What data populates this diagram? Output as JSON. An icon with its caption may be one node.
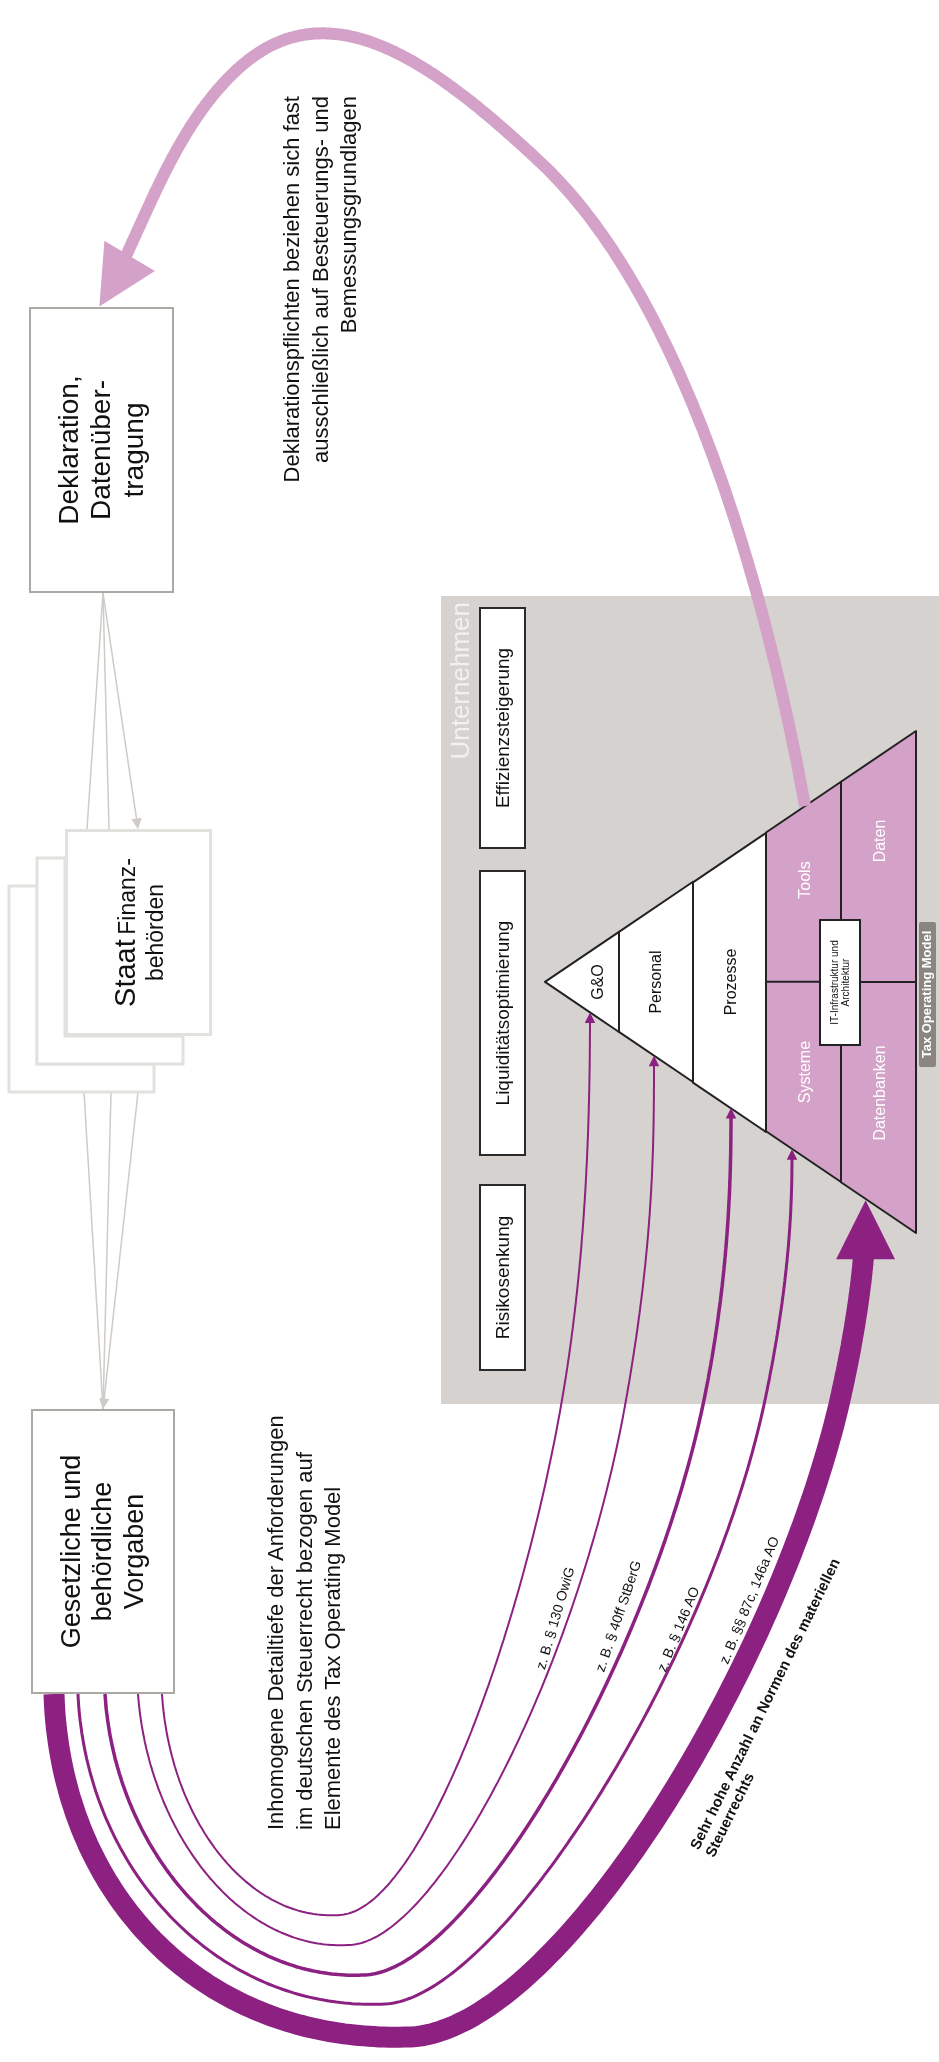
{
  "diagram": {
    "nodes": [
      {
        "text": [
          "Deklaration, Datenüber- tragung"
        ]
      },
      {
        "text": [
          "Staat",
          "Finanz- behörden"
        ]
      },
      {
        "text": [
          "Gesetzliche und behördliche Vorgaben"
        ]
      },
      {
        "text": [
          "Unternehmen"
        ]
      },
      {
        "text": [
          "Effizienzsteigerung"
        ],
        "in": 3
      },
      {
        "text": [
          "Liquiditätsoptimierung"
        ],
        "in": 3
      },
      {
        "text": [
          "Risikosenkung"
        ],
        "in": 3
      },
      {
        "text": [
          "G&O"
        ],
        "in": 3
      },
      {
        "text": [
          "Personal"
        ],
        "in": 3
      },
      {
        "text": [
          "Prozesse"
        ],
        "in": 3
      },
      {
        "text": [
          "Tools"
        ],
        "in": 3
      },
      {
        "text": [
          "Systeme"
        ],
        "in": 3
      },
      {
        "text": [
          "Daten"
        ],
        "in": 3
      },
      {
        "text": [
          "Datenbanken"
        ],
        "in": 3
      },
      {
        "text": [
          "IT-Infrastruktur und Architektur"
        ],
        "in": 3
      }
    ],
    "edges": [
      {
        "from": 10,
        "to": 0,
        "arrow": "to",
        "style": "thick",
        "color": "#d4a2c8"
      },
      {
        "from": 0,
        "to": 1,
        "arrow": "to"
      },
      {
        "from": 0,
        "to": 1,
        "arrow": "none"
      },
      {
        "from": 0,
        "to": 1,
        "arrow": "none"
      },
      {
        "from": 1,
        "to": 2,
        "arrow": "to"
      },
      {
        "from": 1,
        "to": 2,
        "arrow": "none"
      },
      {
        "from": 1,
        "to": 2,
        "arrow": "none"
      },
      {
        "from": 2,
        "to": 7,
        "arrow": "to",
        "label": "z. B. § 130 OwiG",
        "color": "#8c2181"
      },
      {
        "from": 2,
        "to": 8,
        "arrow": "to",
        "label": "z. B. § 40ff StBerG",
        "color": "#8c2181"
      },
      {
        "from": 2,
        "to": 9,
        "arrow": "to",
        "label": "z. B. § 146 AO",
        "color": "#8c2181"
      },
      {
        "from": 2,
        "to": 11,
        "arrow": "to",
        "label": "z. B. §§ 87c, 146a AO",
        "color": "#8c2181"
      },
      {
        "from": 2,
        "to": 13,
        "arrow": "to",
        "label": "Sehr hohe Anzahl an Normen des materiellen Steuerrechts",
        "style": "thick",
        "color": "#8c2181"
      }
    ],
    "labels": [
      "Deklarationspflichten beziehen sich fast ausschließlich auf Besteuerungs- und Bemessungsgrundlagen",
      "Inhomogene Detailtiefe der Anforderungen im deutschen Steuerrecht bezogen auf Elemente des Tax Operating Model",
      "Tax Operating Model"
    ]
  }
}
